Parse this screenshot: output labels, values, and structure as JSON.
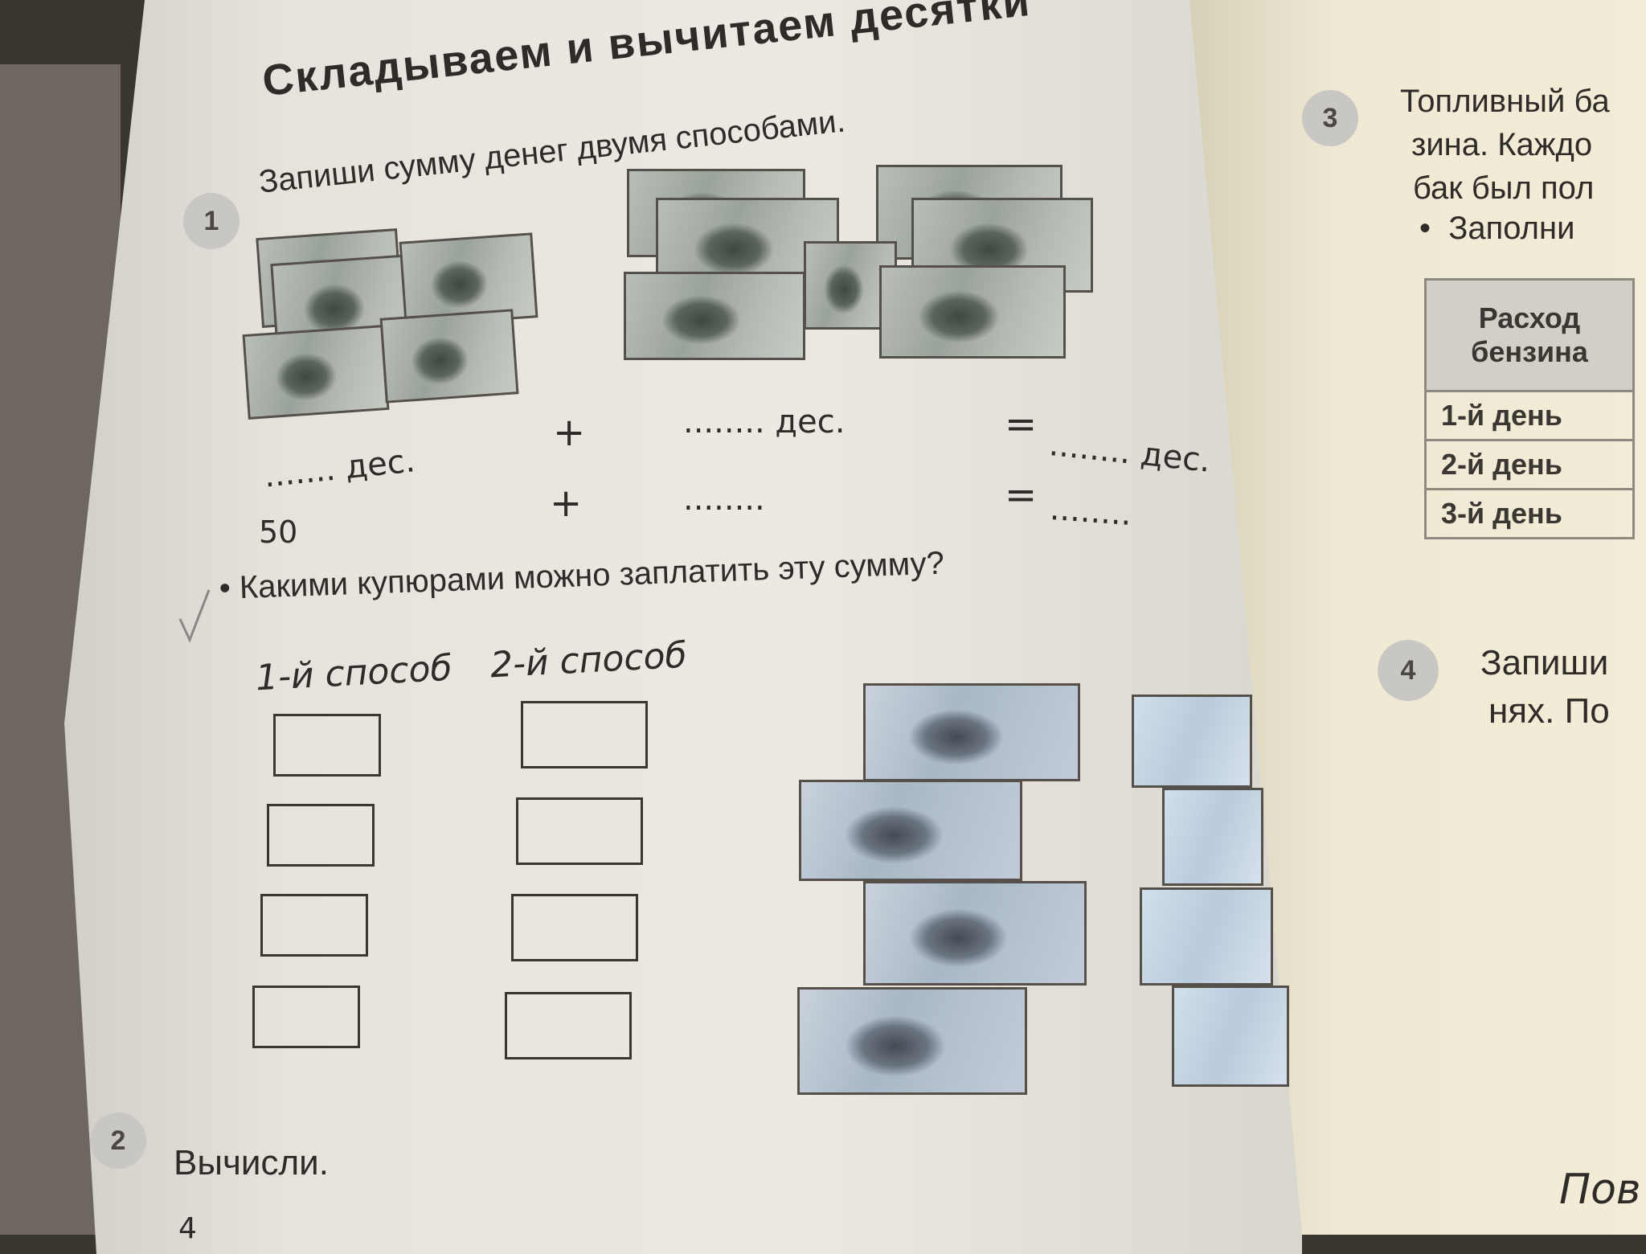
{
  "left_page": {
    "title": "Складываем и вычитаем десятки",
    "task1": {
      "number": "1",
      "text": "Запиши сумму денег двумя способами.",
      "row1": {
        "left": "....... дес.",
        "plus": "+",
        "middle": "........ дес.",
        "equals": "=",
        "right": "........ дес."
      },
      "row2": {
        "left": "50",
        "plus": "+",
        "middle": "........",
        "equals": "=",
        "right": "........"
      },
      "question": "Какими купюрами можно заплатить эту сумму?",
      "way1": "1-й способ",
      "way2": "2-й способ"
    },
    "task2": {
      "number": "2",
      "text": "Вычисли.",
      "page_number": "4"
    }
  },
  "right_page": {
    "task3": {
      "number": "3",
      "lines": [
        "Топливный ба",
        "зина. Каждо",
        "бак был пол"
      ],
      "bullet": "Заполни",
      "table": {
        "header": "Расход бензина",
        "rows": [
          "1-й день",
          "2-й день",
          "3-й день"
        ]
      }
    },
    "task4": {
      "number": "4",
      "lines": [
        "Запиши",
        "нях. По"
      ]
    },
    "footer": "Пов"
  },
  "colors": {
    "page": "#ece9e2",
    "right_page": "#f3edd8",
    "badge": "#c9c7c4",
    "ink": "#2e2b28"
  },
  "icons": [
    "checkmark-icon",
    "banknote-icon"
  ]
}
